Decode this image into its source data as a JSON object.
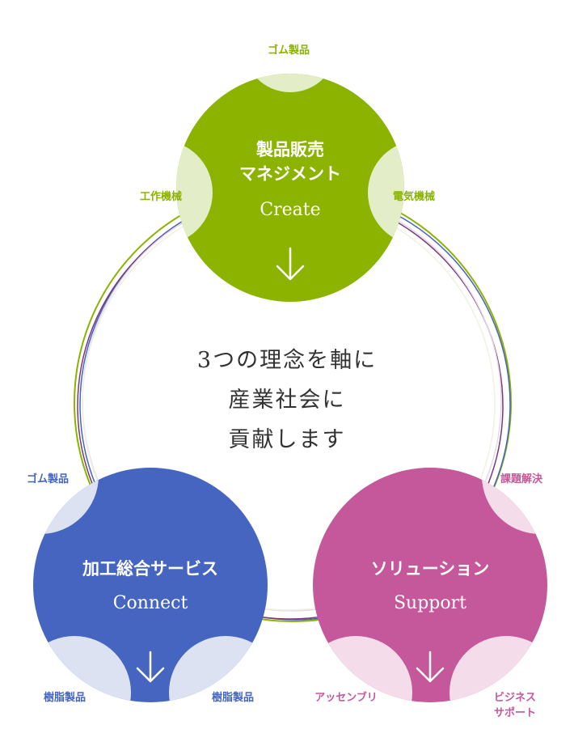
{
  "center_text": [
    "3つの理念を軸に",
    "産業社会に",
    "貢献します"
  ],
  "colors": {
    "green": "#8bb300",
    "green_light": "#e3edc8",
    "blue": "#4565c0",
    "blue_light": "#dde2f3",
    "pink": "#c4589a",
    "pink_light": "#f4dcea",
    "purple": "#7a3a78"
  },
  "circles": {
    "create": {
      "title_lines": [
        "製品販売",
        "マネジメント"
      ],
      "en": "Create",
      "icon": "arrow-down-icon",
      "labels": {
        "top": "ゴム製品",
        "left": "工作機械",
        "right": "電気機械"
      }
    },
    "connect": {
      "title": "加工総合サービス",
      "en": "Connect",
      "icon": "arrow-down-icon",
      "labels": {
        "top_left": "ゴム製品",
        "bottom_left": "樹脂製品",
        "bottom_right": "樹脂製品"
      }
    },
    "support": {
      "title": "ソリューション",
      "en": "Support",
      "icon": "arrow-down-icon",
      "labels": {
        "top_right": "課題解決",
        "bottom_left": "アッセンブリ",
        "bottom_right_lines": [
          "ビジネス",
          "サポート"
        ]
      }
    }
  }
}
